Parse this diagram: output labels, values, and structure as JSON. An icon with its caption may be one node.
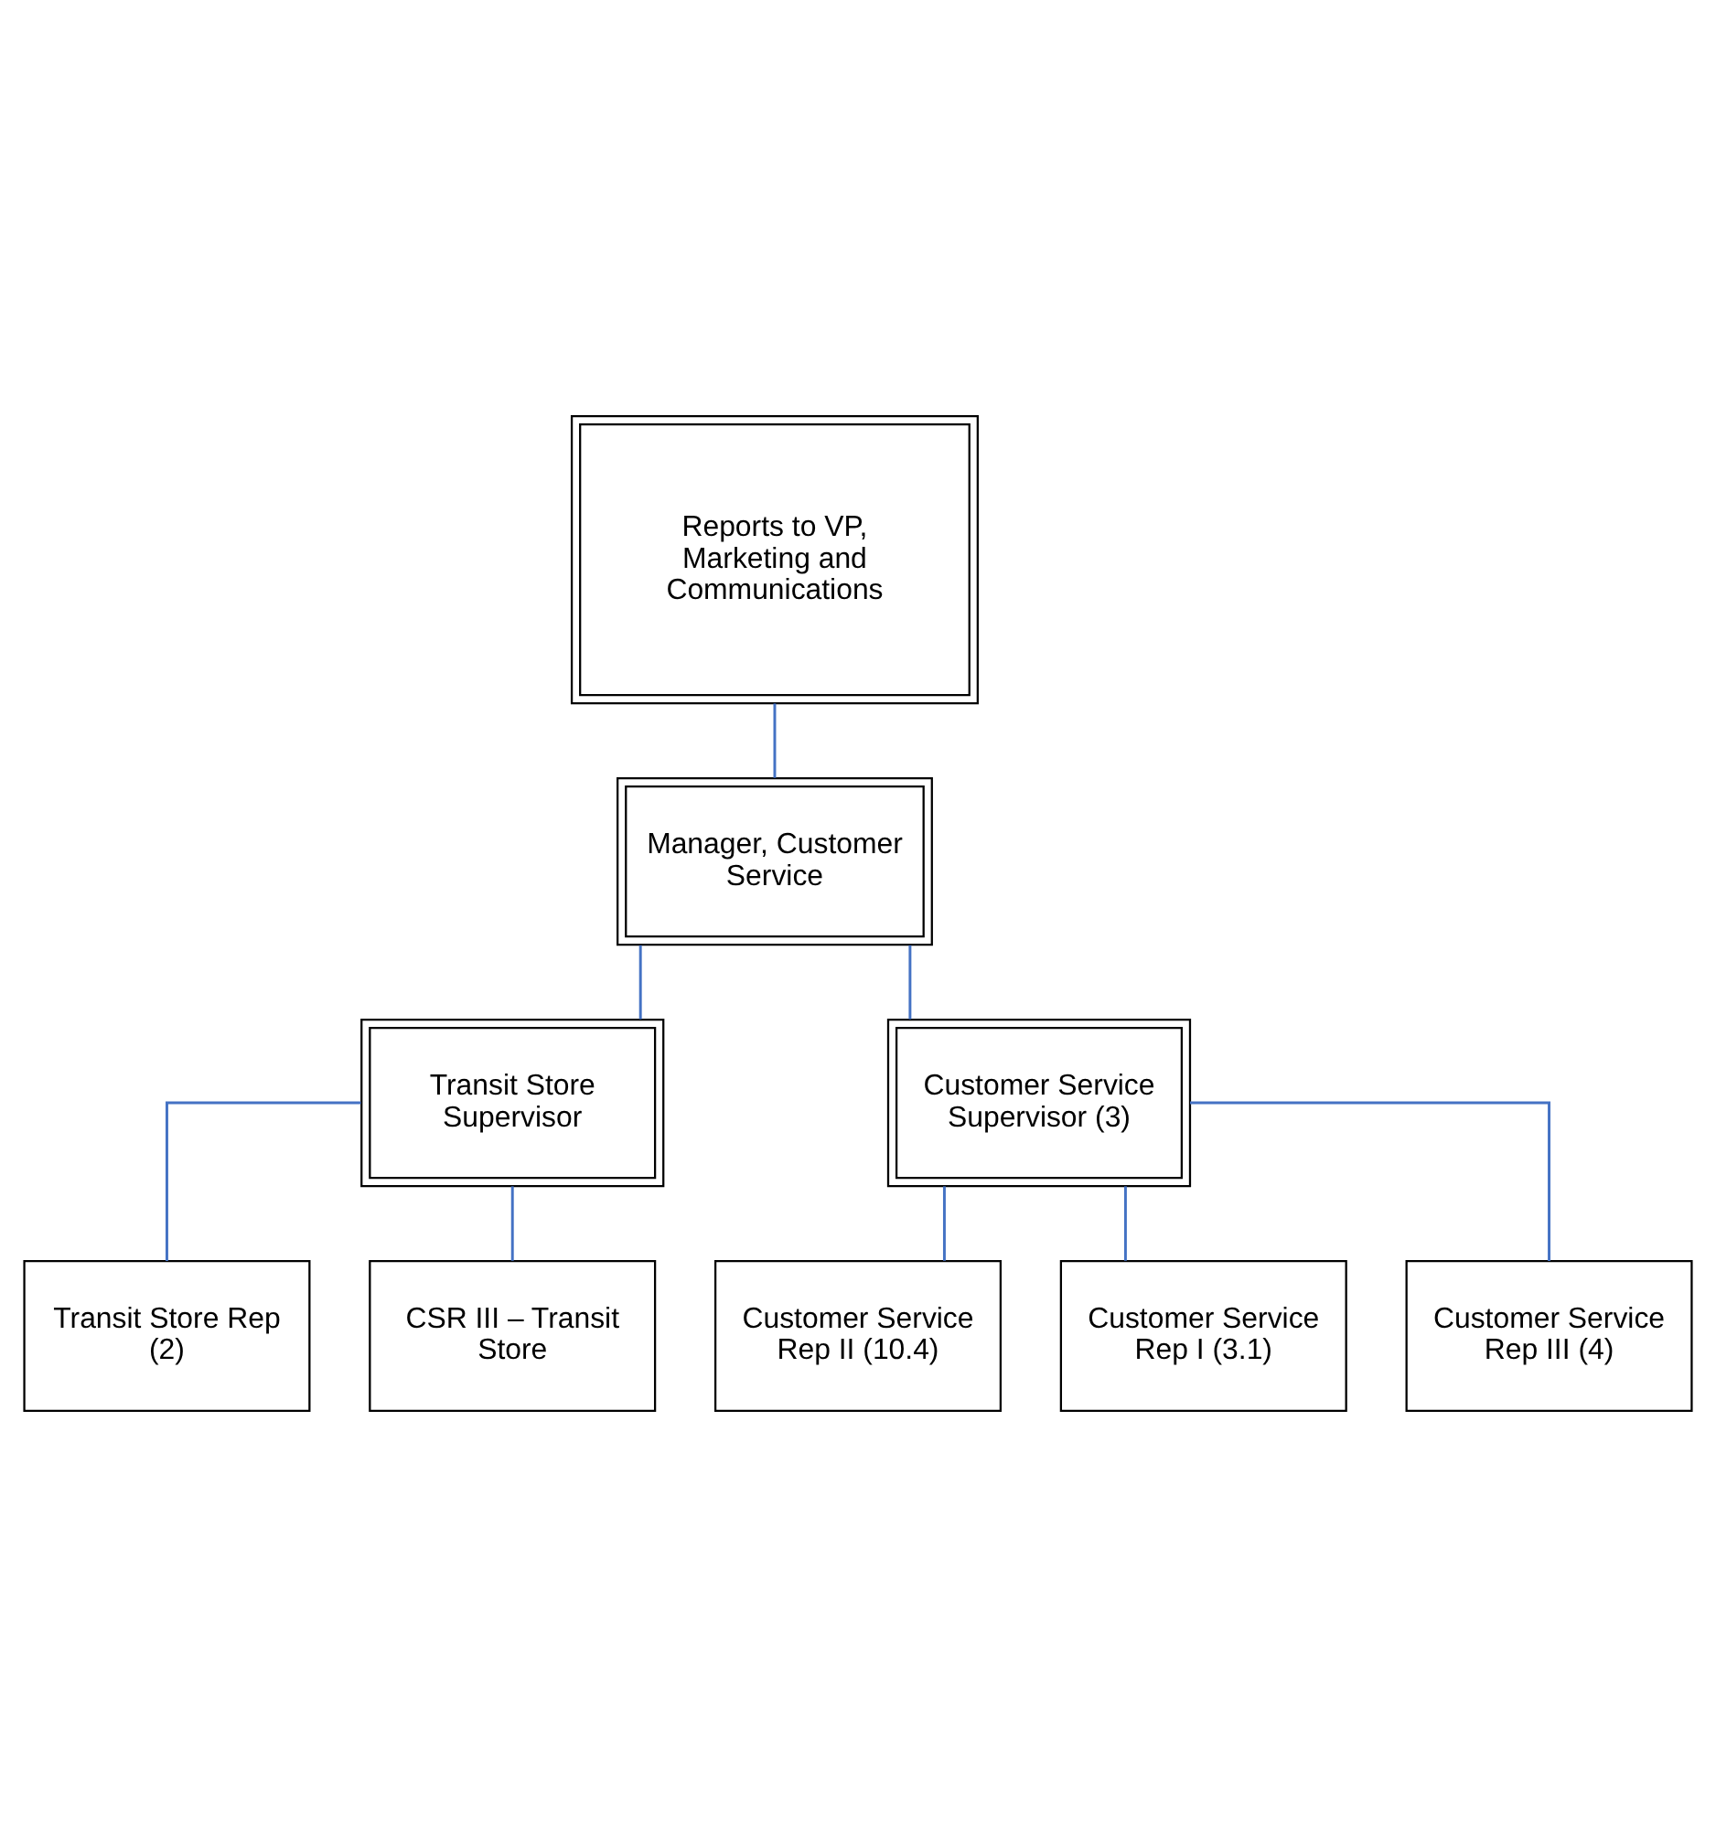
{
  "diagram": {
    "nodes": [
      {
        "text": [
          "Reports to VP, Marketing and Communications"
        ]
      },
      {
        "text": [
          "Manager, Customer Service"
        ]
      },
      {
        "text": [
          "Transit Store Supervisor"
        ]
      },
      {
        "text": [
          "Customer Service Supervisor (3)"
        ]
      },
      {
        "text": [
          "Transit Store Rep (2)"
        ]
      },
      {
        "text": [
          "CSR III – Transit Store"
        ]
      },
      {
        "text": [
          "Customer Service Rep II (10.4)"
        ]
      },
      {
        "text": [
          "Customer Service Rep I (3.1)"
        ]
      },
      {
        "text": [
          "Customer Service Rep III (4)"
        ]
      }
    ],
    "edges": [
      {
        "from": 0,
        "to": 1,
        "arrow": "none"
      },
      {
        "from": 1,
        "to": 2,
        "arrow": "none"
      },
      {
        "from": 1,
        "to": 3,
        "arrow": "none"
      },
      {
        "from": 2,
        "to": 4,
        "arrow": "none"
      },
      {
        "from": 2,
        "to": 5,
        "arrow": "none"
      },
      {
        "from": 3,
        "to": 6,
        "arrow": "none"
      },
      {
        "from": 3,
        "to": 7,
        "arrow": "none"
      },
      {
        "from": 3,
        "to": 8,
        "arrow": "none"
      }
    ]
  }
}
